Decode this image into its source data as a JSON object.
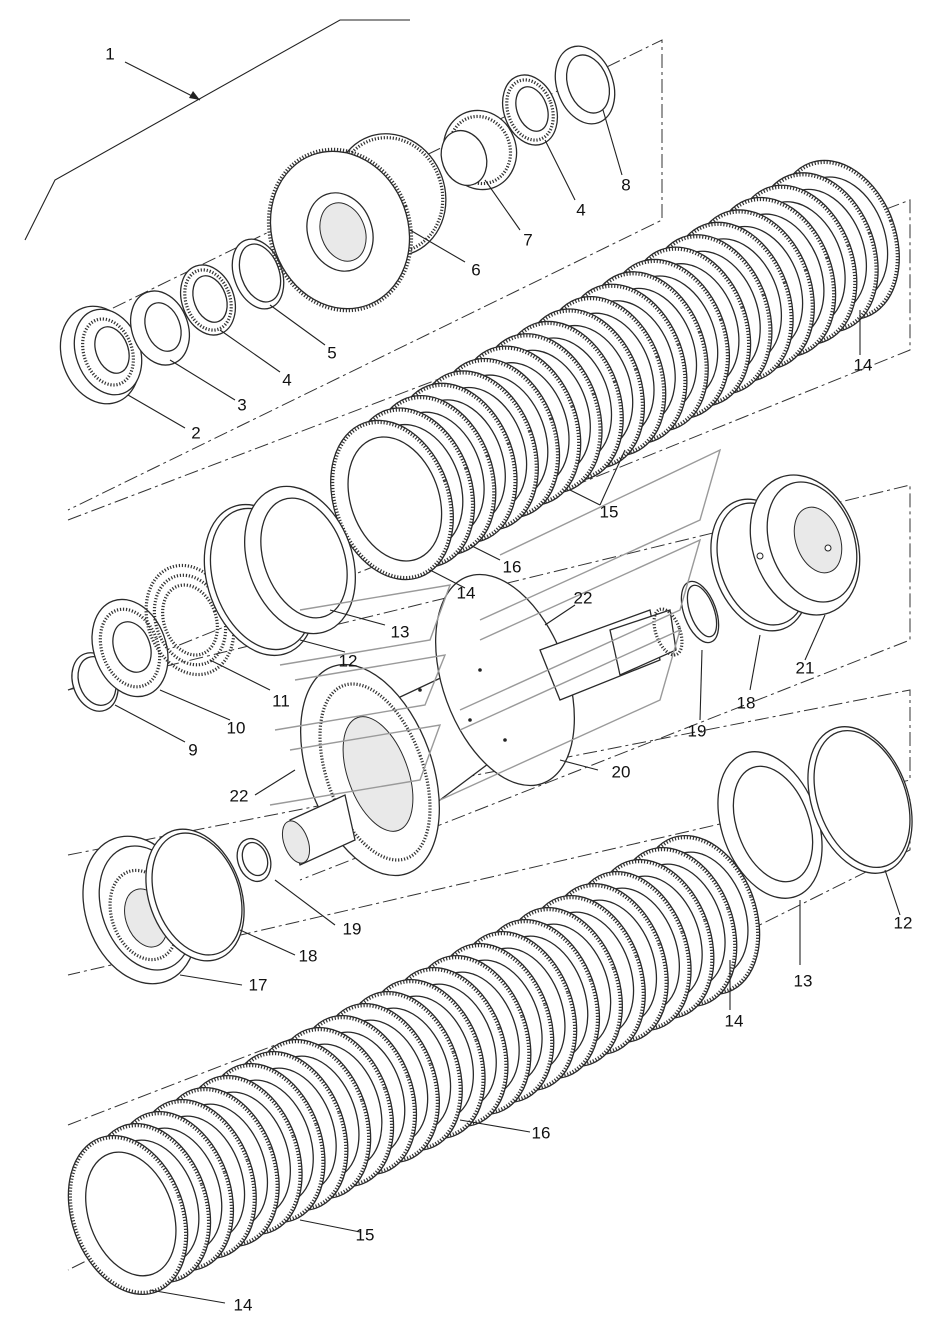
{
  "callouts": [
    {
      "id": "c1",
      "text": "1"
    },
    {
      "id": "c2",
      "text": "2"
    },
    {
      "id": "c3",
      "text": "3"
    },
    {
      "id": "c4a",
      "text": "4"
    },
    {
      "id": "c4b",
      "text": "4"
    },
    {
      "id": "c5",
      "text": "5"
    },
    {
      "id": "c6",
      "text": "6"
    },
    {
      "id": "c7",
      "text": "7"
    },
    {
      "id": "c8",
      "text": "8"
    },
    {
      "id": "c9",
      "text": "9"
    },
    {
      "id": "c10",
      "text": "10"
    },
    {
      "id": "c11",
      "text": "11"
    },
    {
      "id": "c12a",
      "text": "12"
    },
    {
      "id": "c12b",
      "text": "12"
    },
    {
      "id": "c13a",
      "text": "13"
    },
    {
      "id": "c13b",
      "text": "13"
    },
    {
      "id": "c14a",
      "text": "14"
    },
    {
      "id": "c14b",
      "text": "14"
    },
    {
      "id": "c14c",
      "text": "14"
    },
    {
      "id": "c14d",
      "text": "14"
    },
    {
      "id": "c15a",
      "text": "15"
    },
    {
      "id": "c15b",
      "text": "15"
    },
    {
      "id": "c16a",
      "text": "16"
    },
    {
      "id": "c16b",
      "text": "16"
    },
    {
      "id": "c17",
      "text": "17"
    },
    {
      "id": "c18a",
      "text": "18"
    },
    {
      "id": "c18b",
      "text": "18"
    },
    {
      "id": "c19a",
      "text": "19"
    },
    {
      "id": "c19b",
      "text": "19"
    },
    {
      "id": "c20",
      "text": "20"
    },
    {
      "id": "c21",
      "text": "21"
    },
    {
      "id": "c22a",
      "text": "22"
    },
    {
      "id": "c22b",
      "text": "22"
    }
  ],
  "colors": {
    "line": "#222222",
    "background": "#ffffff",
    "watermark": "#9a9a9a"
  }
}
